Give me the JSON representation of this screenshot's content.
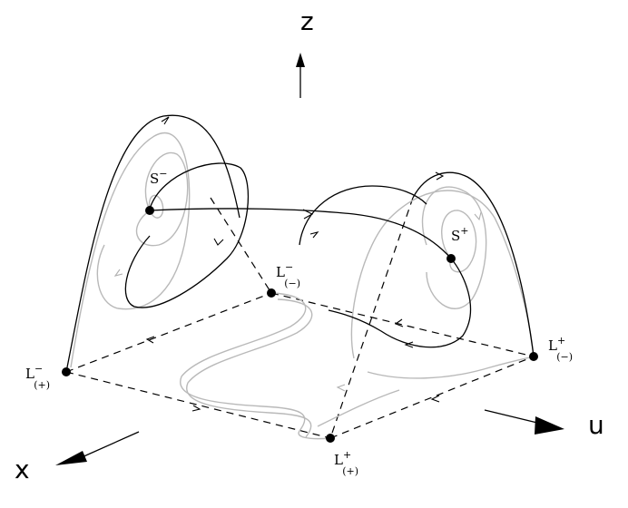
{
  "axes": {
    "z_label": "z",
    "u_label": "u",
    "x_label": "x"
  },
  "points": {
    "s_minus": {
      "base": "S",
      "sup": "−",
      "sub": ""
    },
    "s_plus": {
      "base": "S",
      "sup": "+",
      "sub": ""
    },
    "l_minus_minus": {
      "base": "L",
      "sup": "−",
      "sub": "(−)"
    },
    "l_minus_plus": {
      "base": "L",
      "sup": "−",
      "sub": "(+)"
    },
    "l_plus_minus": {
      "base": "L",
      "sup": "+",
      "sub": "(−)"
    },
    "l_plus_plus": {
      "base": "L",
      "sup": "+",
      "sub": "(+)"
    }
  },
  "colors": {
    "trajectory": "#000000",
    "secondary_trajectory": "#b9b9b9",
    "background": "#ffffff"
  }
}
